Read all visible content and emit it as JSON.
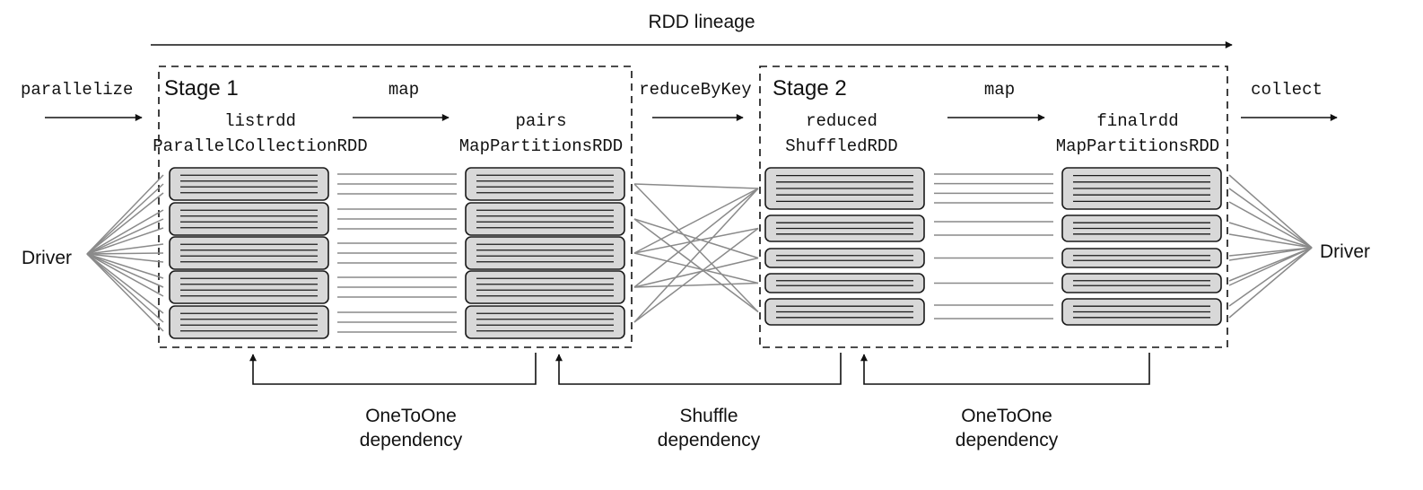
{
  "colors": {
    "partition_fill": "#d8d8d8",
    "stroke": "#1a1a1a",
    "connector": "#8a8a8a"
  },
  "title": "RDD lineage",
  "drivers": {
    "left": "Driver",
    "right": "Driver"
  },
  "operations": {
    "parallelize": "parallelize",
    "map1": "map",
    "reduce_by_key": "reduceByKey",
    "map2": "map",
    "collect": "collect"
  },
  "stages": [
    {
      "label": "Stage 1"
    },
    {
      "label": "Stage 2"
    }
  ],
  "rdds": [
    {
      "name": "listrdd",
      "type": "ParallelCollectionRDD",
      "partitions": 5
    },
    {
      "name": "pairs",
      "type": "MapPartitionsRDD",
      "partitions": 5
    },
    {
      "name": "reduced",
      "type": "ShuffledRDD",
      "partitions": 5
    },
    {
      "name": "finalrdd",
      "type": "MapPartitionsRDD",
      "partitions": 5
    }
  ],
  "dependencies": [
    {
      "line1": "OneToOne",
      "line2": "dependency"
    },
    {
      "line1": "Shuffle",
      "line2": "dependency"
    },
    {
      "line1": "OneToOne",
      "line2": "dependency"
    }
  ]
}
